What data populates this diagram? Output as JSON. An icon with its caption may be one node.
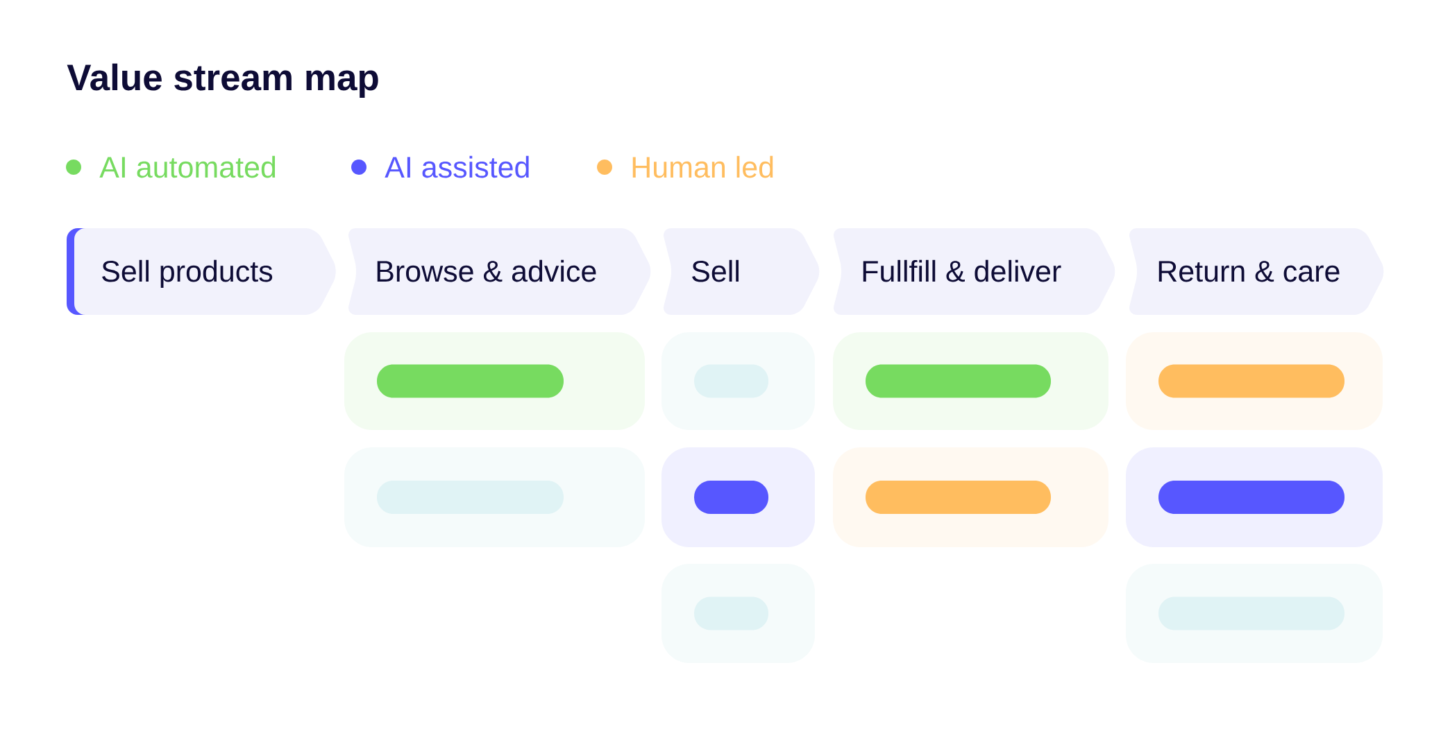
{
  "diagram": {
    "title": "Value stream map",
    "nodes": [
      {
        "text": [
          "Sell products"
        ]
      },
      {
        "text": [
          "Browse & advice"
        ]
      },
      {
        "text": [
          "Sell"
        ]
      },
      {
        "text": [
          "Fullfill & deliver"
        ]
      },
      {
        "text": [
          "Return & care"
        ]
      },
      {
        "text": [],
        "shape": "box"
      },
      {
        "text": [],
        "shape": "bar",
        "in": 5
      },
      {
        "text": [],
        "shape": "box"
      },
      {
        "text": [],
        "shape": "bar",
        "in": 7
      },
      {
        "text": [],
        "shape": "box"
      },
      {
        "text": [],
        "shape": "bar",
        "in": 9
      },
      {
        "text": [],
        "shape": "box"
      },
      {
        "text": [],
        "shape": "bar",
        "in": 11
      },
      {
        "text": [],
        "shape": "box"
      },
      {
        "text": [],
        "shape": "bar",
        "in": 13
      },
      {
        "text": [],
        "shape": "box"
      },
      {
        "text": [],
        "shape": "bar",
        "in": 15
      },
      {
        "text": [],
        "shape": "box"
      },
      {
        "text": [],
        "shape": "bar",
        "in": 17
      },
      {
        "text": [],
        "shape": "box"
      },
      {
        "text": [],
        "shape": "bar",
        "in": 19
      },
      {
        "text": [],
        "shape": "box"
      },
      {
        "text": [],
        "shape": "bar",
        "in": 21
      },
      {
        "text": [],
        "shape": "box"
      },
      {
        "text": [],
        "shape": "bar",
        "in": 23
      }
    ],
    "legend": [
      {
        "text": "AI automated",
        "color": "#77db60"
      },
      {
        "text": "AI assisted",
        "color": "#5757ff"
      },
      {
        "text": "Human led",
        "color": "#ffbd5f"
      }
    ]
  }
}
